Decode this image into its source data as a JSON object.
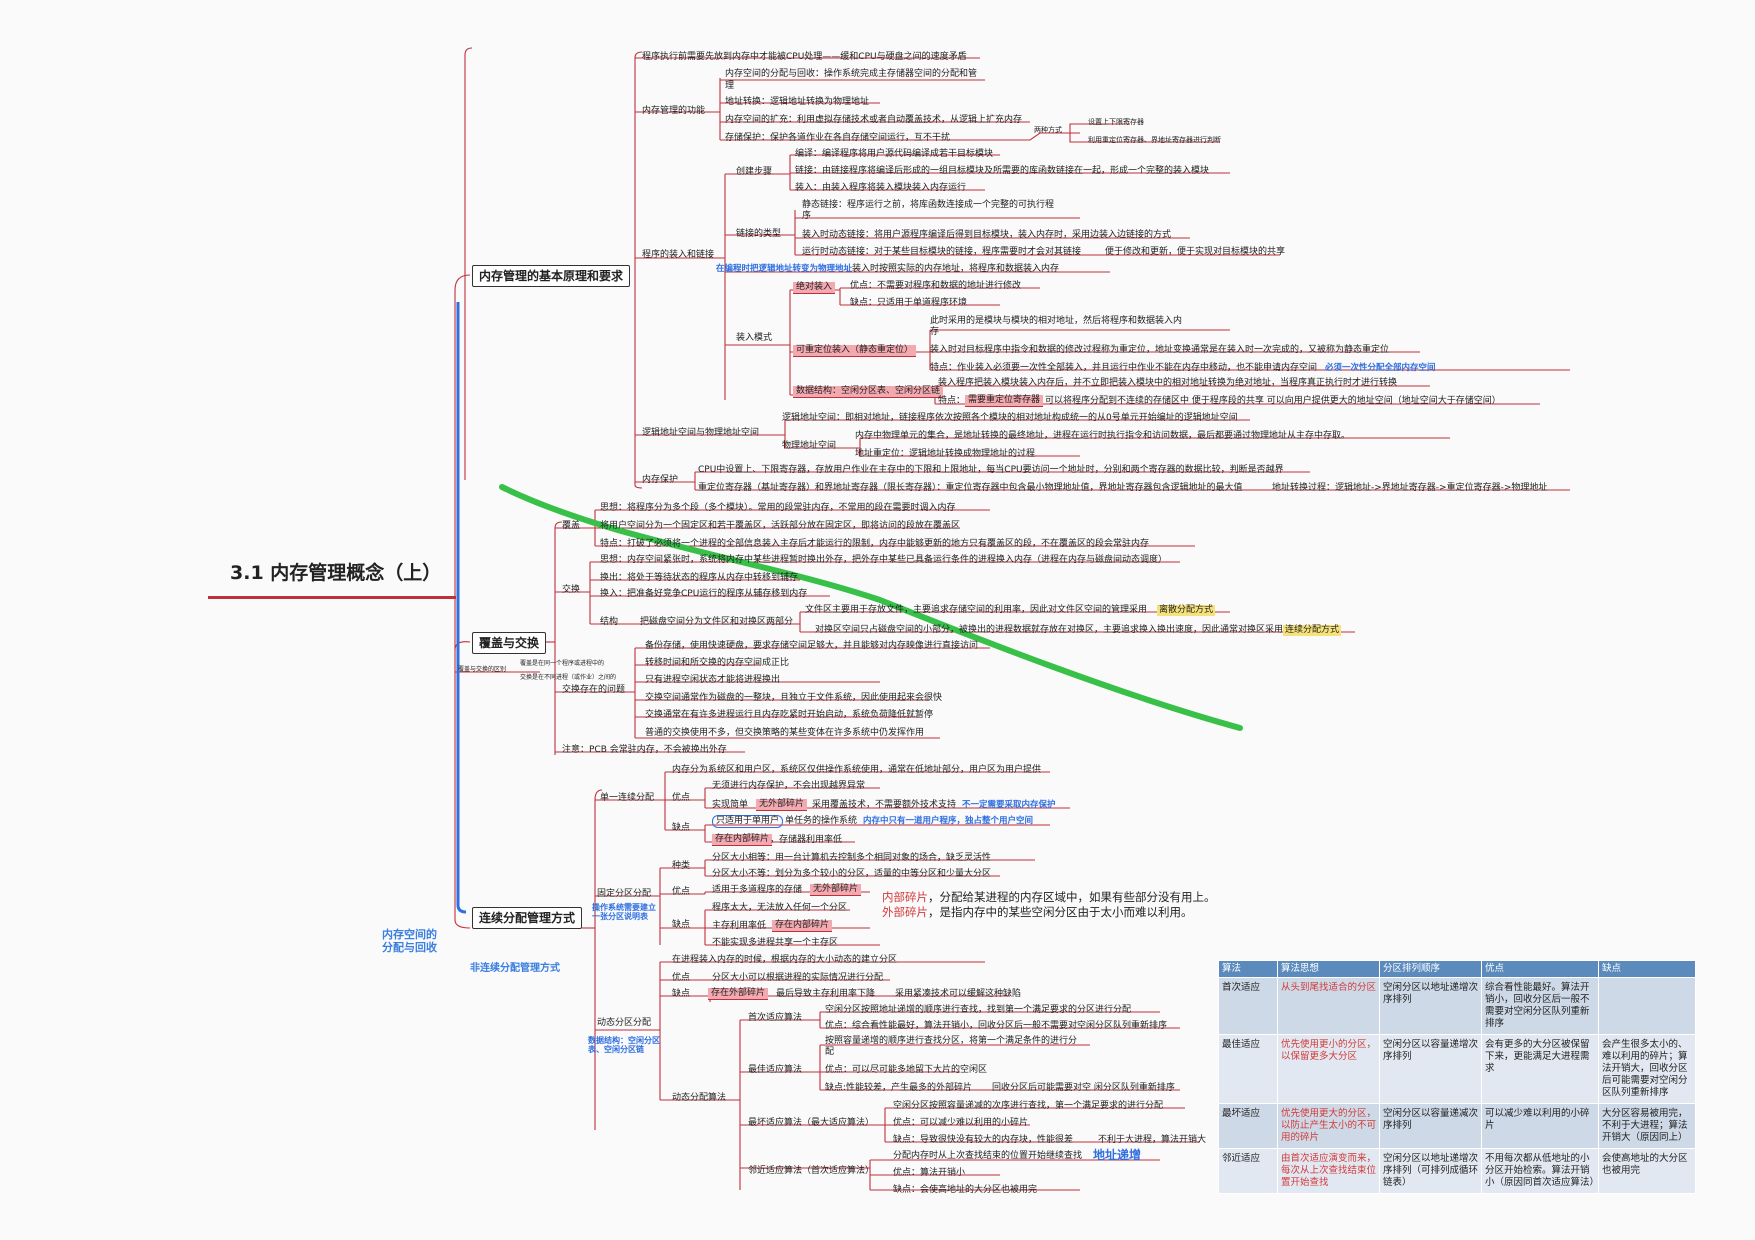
{
  "root": "3.1 内存管理概念（上）",
  "branches": {
    "b1": "内存管理的基本原理和要求",
    "b2": "覆盖与交换",
    "b3": "连续分配管理方式"
  },
  "side_notes": {
    "alloc": "内存空间的\n分配与回收",
    "noncont": "非连续分配管理方式"
  },
  "n": {
    "a1": "程序执行前需要先放到内存中才能被CPU处理——缓和CPU与硬盘之间的速度矛盾",
    "f": "内存管理的功能",
    "f1": "内存空间的分配与回收：操作系统完成主存储器空间的分配和管",
    "f1b": "理",
    "f2": "地址转换：逻辑地址转换为物理地址",
    "f3": "内存空间的扩充：利用虚拟存储技术或者自动覆盖技术，从逻辑上扩充内存",
    "f4": "存储保护：保护各道作业在各自存储空间运行，互不干扰",
    "f4a": "两种方式",
    "f4a1": "设置上下限寄存器",
    "f4a2": "利用重定位寄存器、界地址寄存器进行判断",
    "p": "程序的装入和链接",
    "c": "创建步骤",
    "c1": "编译：编译程序将用户源代码编译成若干目标模块",
    "c2": "链接：由链接程序将编译后形成的一组目标模块及所需要的库函数链接在一起，形成一个完整的装入模块",
    "c3": "装入：由装入程序将装入模块装入内存运行",
    "lt": "链接的类型",
    "lt1": "静态链接：程序运行之前，将库函数连接成一个完整的可执行程",
    "lt1b": "序",
    "lt2": "装入时动态链接：将用户源程序编译后得到目标模块，装入内存时，采用边装入边链接的方式",
    "lt3": "运行时动态链接：对于某些目标模块的链接，程序需要时才会对其链接",
    "lt3n": "便于修改和更新，便于实现对目标模块的共享",
    "addr_note": "在编程时把逻辑地址转变为物理地址",
    "abs_desc": "装入时按照实际的内存地址，将程序和数据装入内存",
    "lm": "装入模式",
    "abs": "绝对装入",
    "abs1": "优点：不需要对程序和数据的地址进行修改",
    "abs2": "缺点：只适用于单道程序环境",
    "rel": "可重定位装入（静态重定位）",
    "rel1": "此时采用的是模块与模块的相对地址，然后将程序和数据装入内",
    "rel1b": "存",
    "rel2": "装入时对目标程序中指令和数据的修改过程称为重定位，地址变换通常是在装入时一次完成的，又被称为静态重定位",
    "rel3": "特点：作业装入必须要一次性全部装入，并且运行中作业不能在内存中移动，也不能申请内存空间",
    "rel3n": "必须一次性分配全部内存空间",
    "dyn": "数据结构：空闲分区表、空闲分区链",
    "dyn1": "装入程序把装入模块装入内存后，并不立即把装入模块中的相对地址转换为绝对地址，当程序真正执行时才进行转换",
    "dyn2a": "特点：",
    "dyn2b": "需要重定位寄存器",
    "dyn2c": "可以将程序分配到不连续的存储区中  便于程序段的共享  可以向用户提供更大的地址空间（地址空间大于存储空间）",
    "lp": "逻辑地址空间与物理地址空间",
    "lp1": "逻辑地址空间：即相对地址，链接程序依次按照各个模块的相对地址构成统一的从0号单元开始编址的逻辑地址空间",
    "lp2": "物理地址空间",
    "lp2a": "内存中物理单元的集合，是地址转换的最终地址，进程在运行时执行指令和访问数据，最后都要通过物理地址从主存中存取。",
    "lp2b": "地址重定位：逻辑地址转换成物理地址的过程",
    "mp": "内存保护",
    "mp1": "CPU中设置上、下限寄存器，存放用户作业在主存中的下限和上限地址，每当CPU要访问一个地址时，分别和两个寄存器的数据比较，判断是否越界",
    "mp2": "重定位寄存器（基址寄存器）和界地址寄存器（限长寄存器）：重定位寄存器中包含最小物理地址值，界地址寄存器包含逻辑地址的最大值",
    "mp2n": "地址转换过程：逻辑地址->界地址寄存器->重定位寄存器->物理地址",
    "ov": "覆盖",
    "ov1": "思想：将程序分为多个段（多个模块）。常用的段常驻内存，不常用的段在需要时调入内存",
    "ov2": "将用户空间分为一个固定区和若干覆盖区，活跃部分放在固定区，即将访问的段放在覆盖区",
    "ov3": "特点：打破了必须将一个进程的全部信息装入主存后才能运行的限制，内存中能够更新的地方只有覆盖区的段，不在覆盖区的段会常驻内存",
    "sw": "交换",
    "sw1": "思想：内存空间紧张时，系统将内存中某些进程暂时换出外存，把外存中某些已具备运行条件的进程换入内存（进程在内存与磁盘间动态调度）",
    "sw2": "换出：将处于等待状态的程序从内存中转移到辅存",
    "sw3": "换入：把准备好竞争CPU运行的程序从辅存移到内存",
    "st": "结构",
    "st0": "把磁盘空间分为文件区和对换区两部分",
    "st1": "文件区主要用于存放文件，主要追求存储空间的利用率，因此对文件区空间的管理采用",
    "st1h": "离散分配方式",
    "st2": "对换区空间只占磁盘空间的小部分，被换出的进程数据就存放在对换区，主要追求换入换出速度，因此通常对换区采用",
    "st2h": "连续分配方式",
    "diffa": "覆盖与交换的区别",
    "diffb": "覆盖是在同一个程序或进程中的",
    "diffc": "交换是在不同进程（或作业）之间的",
    "q": "交换存在的问题",
    "q1": "备份存储，使用快速硬盘，要求存储空间足够大，并且能够对内存映像进行直接访问",
    "q2": "转移时间和所交换的内存空间成正比",
    "q3": "只有进程空闲状态才能将进程换出",
    "q4": "交换空间通常作为磁盘的一整块，且独立于文件系统，因此使用起来会很快",
    "q5": "交换通常在有许多进程运行且内存吃紧时开始启动，系统负荷降低就暂停",
    "q6": "普通的交换使用不多，但交换策略的某些变体在许多系统中仍发挥作用",
    "pcb": "注意：PCB 会常驻内存，不会被换出外存",
    "s": "单一连续分配",
    "s0": "内存分为系统区和用户区，系统区仅供操作系统使用，通常在低地址部分，用户区为用户提供",
    "sa": "优点",
    "sa1": "无须进行内存保护，不会出现越界异常",
    "sa2a": "实现简单",
    "sa2b": "无外部碎片",
    "sa2c": "采用覆盖技术，不需要额外技术支持",
    "sa2n": "不一定需要采取内存保护",
    "sd": "缺点",
    "sd1a": "只适用于单用户",
    "sd1b": "单任务的操作系统",
    "sd1n": "内存中只有一道用户程序，独占整个用户空间",
    "sd2a": "存在内部碎片",
    "sd2b": "，存储器利用率低",
    "fx": "固定分区分配",
    "fxk": "种类",
    "fxk1": "分区大小相等：用一台计算机去控制多个相同对象的场合，缺乏灵活性",
    "fxk2": "分区大小不等：划分为多个较小的分区，适量的中等分区和少量大分区",
    "fxa": "优点",
    "fxa1": "适用于多道程序的存储",
    "fxa2": "无外部碎片",
    "fxd": "缺点",
    "fxd1": "程序太大，无法放入任何一个分区",
    "fxd2a": "主存利用率低",
    "fxd2b": "存在内部碎片",
    "fxd3": "不能实现多进程共享一个主存区",
    "fxn": "操作系统需要建立一张分区说明表",
    "dy": "动态分区分配",
    "dy0": "在进程装入内存的时候，根据内存的大小动态的建立分区",
    "dya": "优点",
    "dya1": "分区大小可以根据进程的实际情况进行分配",
    "dyd": "缺点",
    "dyd1a": "存在外部碎片",
    "dyd1b": "最后导致主存利用率下降",
    "dyd1n": "采用紧凑技术可以缓解这种缺陷",
    "al": "动态分配算法",
    "ff": "首次适应算法",
    "ff1": "空闲分区按照地址递增的顺序进行查找，找到第一个满足要求的分区进行分配",
    "ff2": "优点：综合看性能最好，算法开销小，回收分区后一般不需要对空闲分区队列重新排序",
    "bf": "最佳适应算法",
    "bf1": "按照容量递增的顺序进行查找分区，将第一个满足条件的进行分",
    "bf1b": "配",
    "bf2": "优点：可以尽可能多地留下大片的空闲区",
    "bf3": "缺点:性能较差，产生最多的外部碎片",
    "bf3n": "回收分区后可能需要对空 闲分区队列重新排序",
    "wf": "最坏适应算法（最大适应算法）",
    "wf1": "空闲分区按照容量递减的次序进行查找，第一个满足要求的进行分配",
    "wf2": "优点：可以减少难以利用的小碎片",
    "wf3": "缺点：导致很快没有较大的内存块，性能很差",
    "wf3n": "不利于大进程，算法开销大",
    "nf": "邻近适应算法（首次适应算法）",
    "nf1": "分配内存时从上次查找结束的位置开始继续查找",
    "nf1n": "地址递增",
    "nf2": "优点：算法开销小",
    "nf3": "缺点：会使高地址的大分区也被用完"
  },
  "frag_note": {
    "l1a": "内部碎片",
    "l1b": "，分配给某进程的内存区域中，如果有些部分没有用上。",
    "l2a": "外部碎片",
    "l2b": "，是指内存中的某些空闲分区由于太小而难以利用。"
  },
  "table": {
    "headers": [
      "算法",
      "算法思想",
      "分区排列顺序",
      "优点",
      "缺点"
    ],
    "rows": [
      [
        "首次适应",
        "从头到尾找适合的分区",
        "空闲分区以地址递增次序排列",
        "综合看性能最好。算法开销小，回收分区后一般不需要对空闲分区队列重新排序",
        ""
      ],
      [
        "最佳适应",
        "优先使用更小的分区，以保留更多大分区",
        "空闲分区以容量递增次序排列",
        "会有更多的大分区被保留下来，更能满足大进程需求",
        "会产生很多太小的、难以利用的碎片；算法开销大，回收分区后可能需要对空闲分区队列重新排序"
      ],
      [
        "最坏适应",
        "优先使用更大的分区，以防止产生太小的不可用的碎片",
        "空闲分区以容量递减次序排列",
        "可以减少难以利用的小碎片",
        "大分区容易被用完，不利于大进程；算法开销大（原因同上）"
      ],
      [
        "邻近适应",
        "由首次适应演变而来，每次从上次查找结束位置开始查找",
        "空闲分区以地址递增次序排列（可排列成循环链表）",
        "不用每次都从低地址的小分区开始检索。算法开销小（原因同首次适应算法）",
        "会使高地址的大分区也被用完"
      ]
    ]
  },
  "colors": {
    "line": "#c0303c",
    "highlight_pink": "#f3a9b0",
    "highlight_yellow": "#f6e27a",
    "annotation_blue": "#2f6fe0",
    "strike_green": "#38c048",
    "table_header": "#5b8bbd"
  }
}
